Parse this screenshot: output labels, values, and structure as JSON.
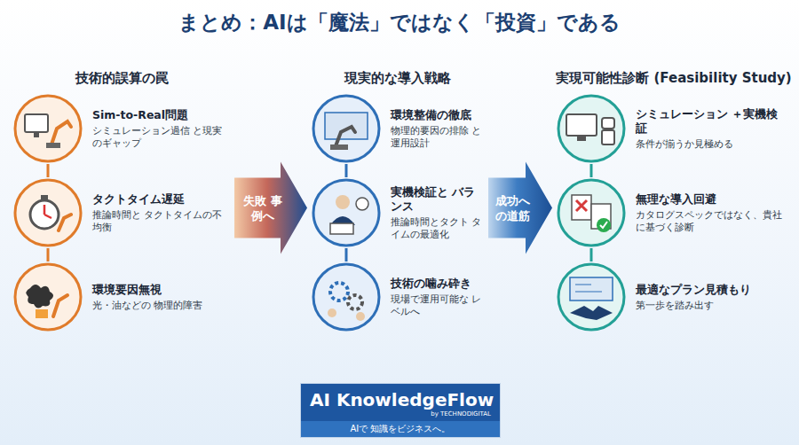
{
  "diagram": {
    "title": "まとめ：AIは「魔法」ではなく「投資」である",
    "nodes": [
      {
        "text": [
          "技術的誤算の罠"
        ]
      },
      {
        "text": [
          "Sim-to-Real問題",
          "シミュレーション過信 と現実のギャップ"
        ],
        "in": 0
      },
      {
        "text": [
          "タクトタイム遅延",
          "推論時間と タクトタイムの不均衡"
        ],
        "in": 0
      },
      {
        "text": [
          "環境要因無視",
          "光・油などの 物理的障害"
        ],
        "in": 0
      },
      {
        "text": [
          "現実的な導入戦略"
        ]
      },
      {
        "text": [
          "環境整備の徹底",
          "物理的要因の排除 と運用設計"
        ],
        "in": 4
      },
      {
        "text": [
          "実機検証と バランス",
          "推論時間とタクト タイムの最適化"
        ],
        "in": 4
      },
      {
        "text": [
          "技術の噛み砕き",
          "現場で運用可能な レベルへ"
        ],
        "in": 4
      },
      {
        "text": [
          "実現可能性診断 (Feasibility Study)"
        ]
      },
      {
        "text": [
          "シミュレーション ＋実機検証",
          "条件が揃うか見極める"
        ],
        "in": 8
      },
      {
        "text": [
          "無理な導入回避",
          "カタログスペックではなく、貴社に基づく診断"
        ],
        "in": 8
      },
      {
        "text": [
          "最適なプラン見積もり",
          "第一歩を踏み出す"
        ],
        "in": 8
      },
      {
        "text": [
          "AI KnowledgeFlow",
          "by TECHNODIGITAL",
          "AIで 知識をビジネスへ。"
        ]
      }
    ],
    "edges": [
      {
        "from": 0,
        "to": 4,
        "label": "失敗 事例へ",
        "arrow": "to"
      },
      {
        "from": 4,
        "to": 8,
        "label": "成功へ の道筋",
        "arrow": "to"
      },
      {
        "from": 1,
        "to": 2,
        "arrow": "none"
      },
      {
        "from": 2,
        "to": 3,
        "arrow": "none"
      },
      {
        "from": 5,
        "to": 6,
        "arrow": "none"
      },
      {
        "from": 6,
        "to": 7,
        "arrow": "none"
      },
      {
        "from": 9,
        "to": 10,
        "arrow": "none"
      },
      {
        "from": 10,
        "to": 11,
        "arrow": "none"
      }
    ]
  }
}
